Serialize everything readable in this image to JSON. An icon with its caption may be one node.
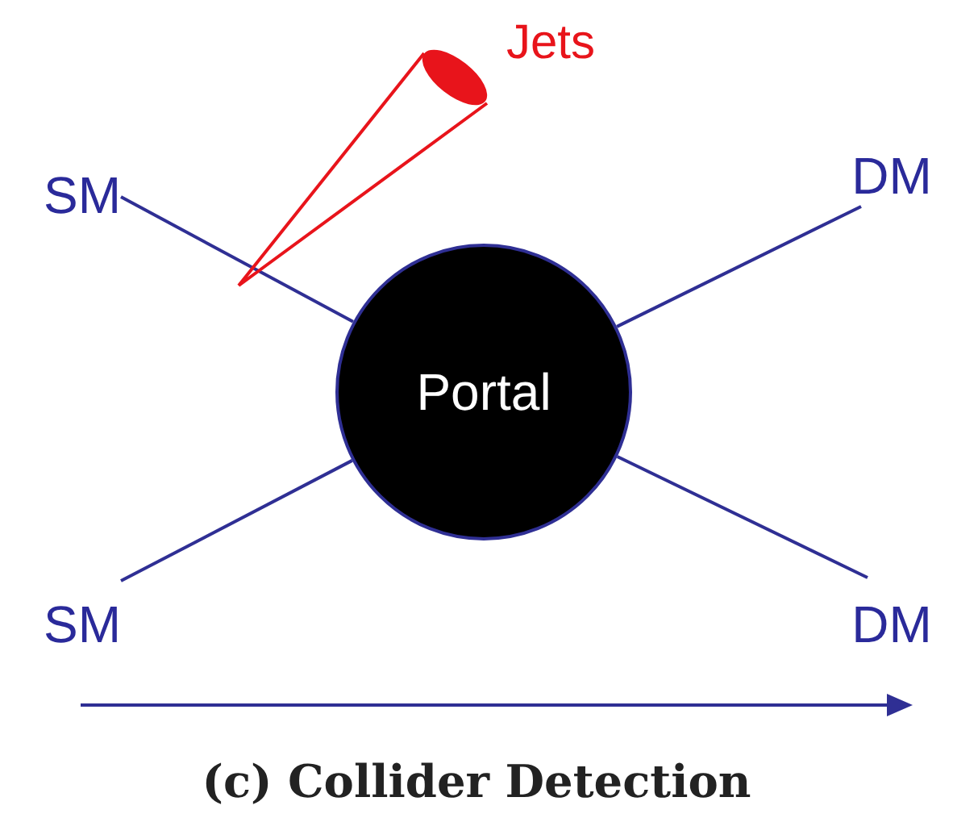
{
  "diagram": {
    "caption": "(c) Collider Detection",
    "nodes": [
      {
        "text": [
          "Portal"
        ]
      },
      {
        "text": [
          "SM"
        ]
      },
      {
        "text": [
          "DM"
        ]
      },
      {
        "text": [
          "SM"
        ]
      },
      {
        "text": [
          "DM"
        ]
      }
    ],
    "edges": [
      {
        "from": 1,
        "to": 0,
        "arrow": "none"
      },
      {
        "from": 0,
        "to": 2,
        "arrow": "none"
      },
      {
        "from": 3,
        "to": 0,
        "arrow": "none"
      },
      {
        "from": 0,
        "to": 4,
        "arrow": "none"
      }
    ],
    "labels": [
      "Jets"
    ]
  }
}
